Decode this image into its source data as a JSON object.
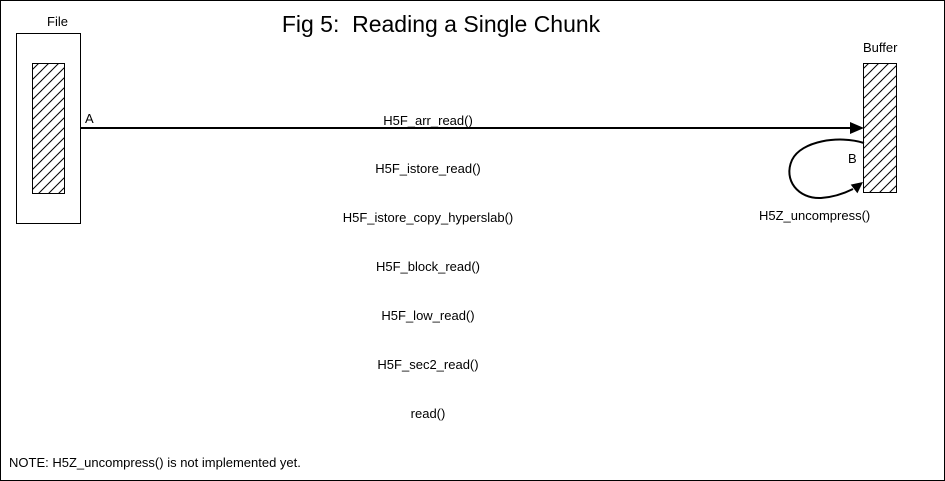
{
  "title": "Fig 5:  Reading a Single Chunk",
  "file": {
    "label": "File"
  },
  "buffer": {
    "label": "Buffer"
  },
  "arrow_a": {
    "label": "A",
    "call_stack": [
      "H5F_arr_read()",
      "H5F_istore_read()",
      "H5F_istore_copy_hyperslab()",
      "H5F_block_read()",
      "H5F_low_read()",
      "H5F_sec2_read()",
      "read()"
    ]
  },
  "arrow_b": {
    "label": "B",
    "function": "H5Z_uncompress()"
  },
  "note": "NOTE: H5Z_uncompress() is not implemented yet.",
  "colors": {
    "foreground": "#000000",
    "background": "#ffffff"
  }
}
